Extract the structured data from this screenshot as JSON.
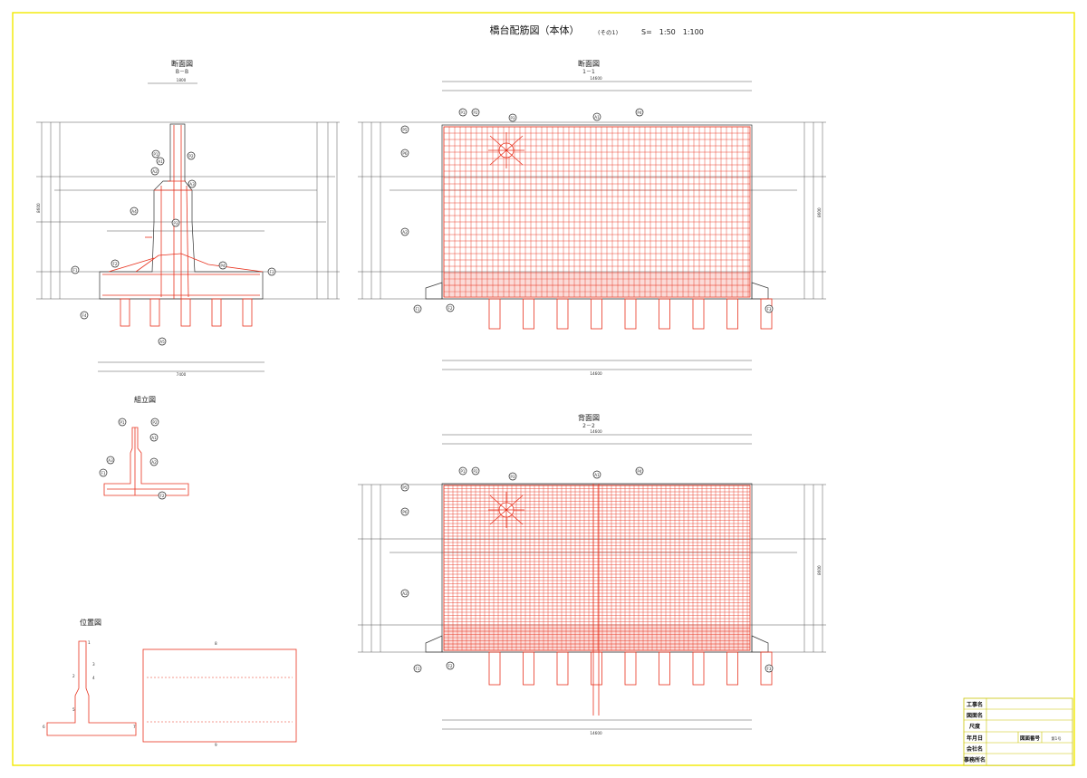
{
  "title": {
    "main": "橋台配筋図（本体）",
    "sub": "(その1)",
    "scale": "S=　1:50　1:100"
  },
  "views": {
    "section_bb": {
      "name": "断面図",
      "mark": "B－B"
    },
    "front_11": {
      "name": "断面図",
      "mark": "1－1"
    },
    "back_22": {
      "name": "背面図",
      "mark": "2－2"
    },
    "side": {
      "name": "組立図"
    },
    "position": {
      "name": "位置図"
    }
  },
  "dimensions": {
    "section_top": "1800",
    "section_bottom": "7400",
    "section_left_height": "8600",
    "front_top": "14600",
    "front_bottom": "14600",
    "back_top": "14600",
    "back_bottom": "14600",
    "front_height": "8600",
    "back_height": "8600"
  },
  "rebar_marks": {
    "section": [
      "P1",
      "A1",
      "P2",
      "A2",
      "A3",
      "A4",
      "P3",
      "P4",
      "A5",
      "F1",
      "F2",
      "F3",
      "F4"
    ],
    "front": [
      "P1",
      "P2",
      "P3",
      "A1",
      "P4",
      "P5",
      "P6",
      "A2",
      "F1",
      "F2",
      "F3"
    ],
    "back": [
      "P1",
      "P2",
      "P3",
      "A1",
      "P4",
      "P5",
      "P6",
      "A2",
      "F1",
      "F2",
      "F3"
    ],
    "side": [
      "P1",
      "P2",
      "A1",
      "A2",
      "A3",
      "F1",
      "F2"
    ]
  },
  "position_labels": [
    "1",
    "2",
    "3",
    "4",
    "5",
    "6",
    "7",
    "8",
    "9"
  ],
  "title_block": {
    "rows": [
      "工事名",
      "図面名",
      "尺度",
      "年月日",
      "会社名",
      "事務所名"
    ],
    "drawing_no_label": "図面番号",
    "drawing_no": "第1号"
  },
  "colors": {
    "frame": "#f2ea00",
    "rebar": "#e8321e",
    "lines": "#333333"
  }
}
